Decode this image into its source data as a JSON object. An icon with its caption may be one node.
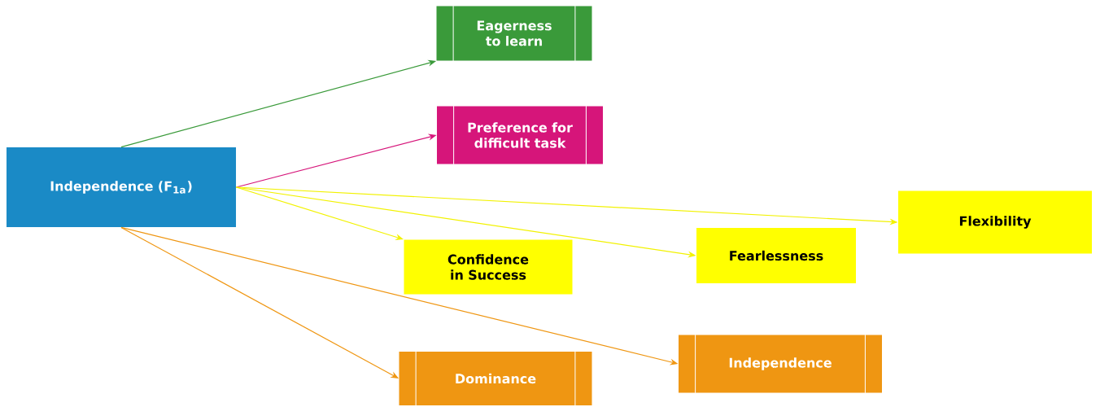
{
  "diagram": {
    "nodes": [
      {
        "text": [
          "Independence (F$_{1a}$)"
        ]
      },
      {
        "text": [
          "Eagerness to learn"
        ]
      },
      {
        "text": [
          "Preference for difficult task"
        ]
      },
      {
        "text": [
          "Confidence in Success"
        ]
      },
      {
        "text": [
          "Fearlessness"
        ]
      },
      {
        "text": [
          "Flexibility"
        ]
      },
      {
        "text": [
          "Dominance"
        ]
      },
      {
        "text": [
          "Independence"
        ]
      }
    ],
    "edges": [
      {
        "from": 0,
        "to": 1,
        "arrow": "to",
        "color": "#3a9a3a"
      },
      {
        "from": 0,
        "to": 2,
        "arrow": "to",
        "color": "#d6157a"
      },
      {
        "from": 0,
        "to": 3,
        "arrow": "to",
        "color": "#f2f200"
      },
      {
        "from": 0,
        "to": 4,
        "arrow": "to",
        "color": "#f2f200"
      },
      {
        "from": 0,
        "to": 5,
        "arrow": "to",
        "color": "#f2f200"
      },
      {
        "from": 0,
        "to": 6,
        "arrow": "to",
        "color": "#ef9612"
      },
      {
        "from": 0,
        "to": 7,
        "arrow": "to",
        "color": "#ef9612"
      }
    ]
  }
}
